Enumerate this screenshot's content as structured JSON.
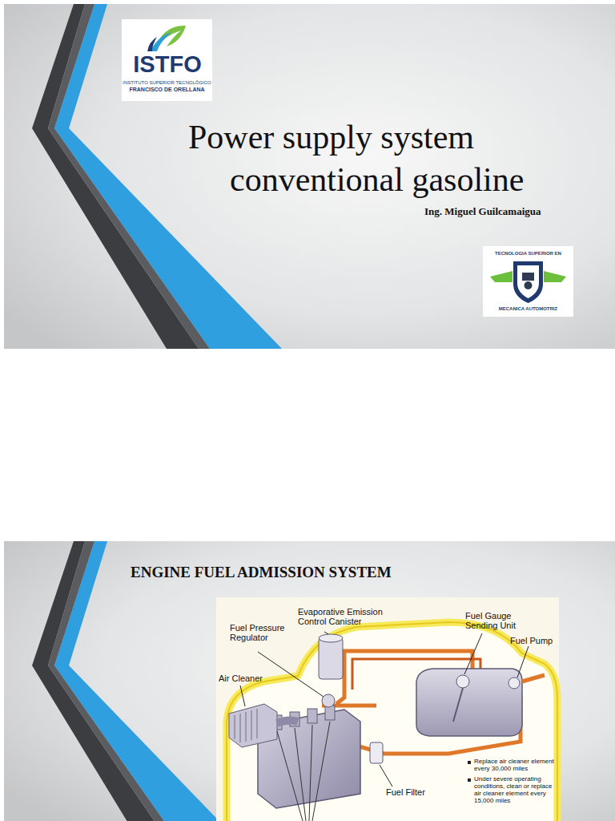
{
  "diagram": {
    "title": "Power supply system conventional gasoline",
    "labels": [
      "ISTFO",
      "INSTITUTO SUPERIOR TECNOLÓGICO",
      "FRANCISCO DE ORELLANA",
      "Ing. Miguel Guilcamaigua",
      "TECNOLOGIA SUPERIOR EN",
      "MECANICA AUTOMOTRIZ",
      "ENGINE FUEL ADMISSION SYSTEM",
      "Evaporative Emission Control Canister",
      "Fuel Gauge Sending Unit",
      "Fuel Pump",
      "Fuel Pressure Regulator",
      "Air Cleaner",
      "Fuel Filter",
      "Replace air cleaner element every 30,000 miles",
      "Under severe operating conditions, clean or replace air cleaner element every 15,000 miles"
    ]
  }
}
